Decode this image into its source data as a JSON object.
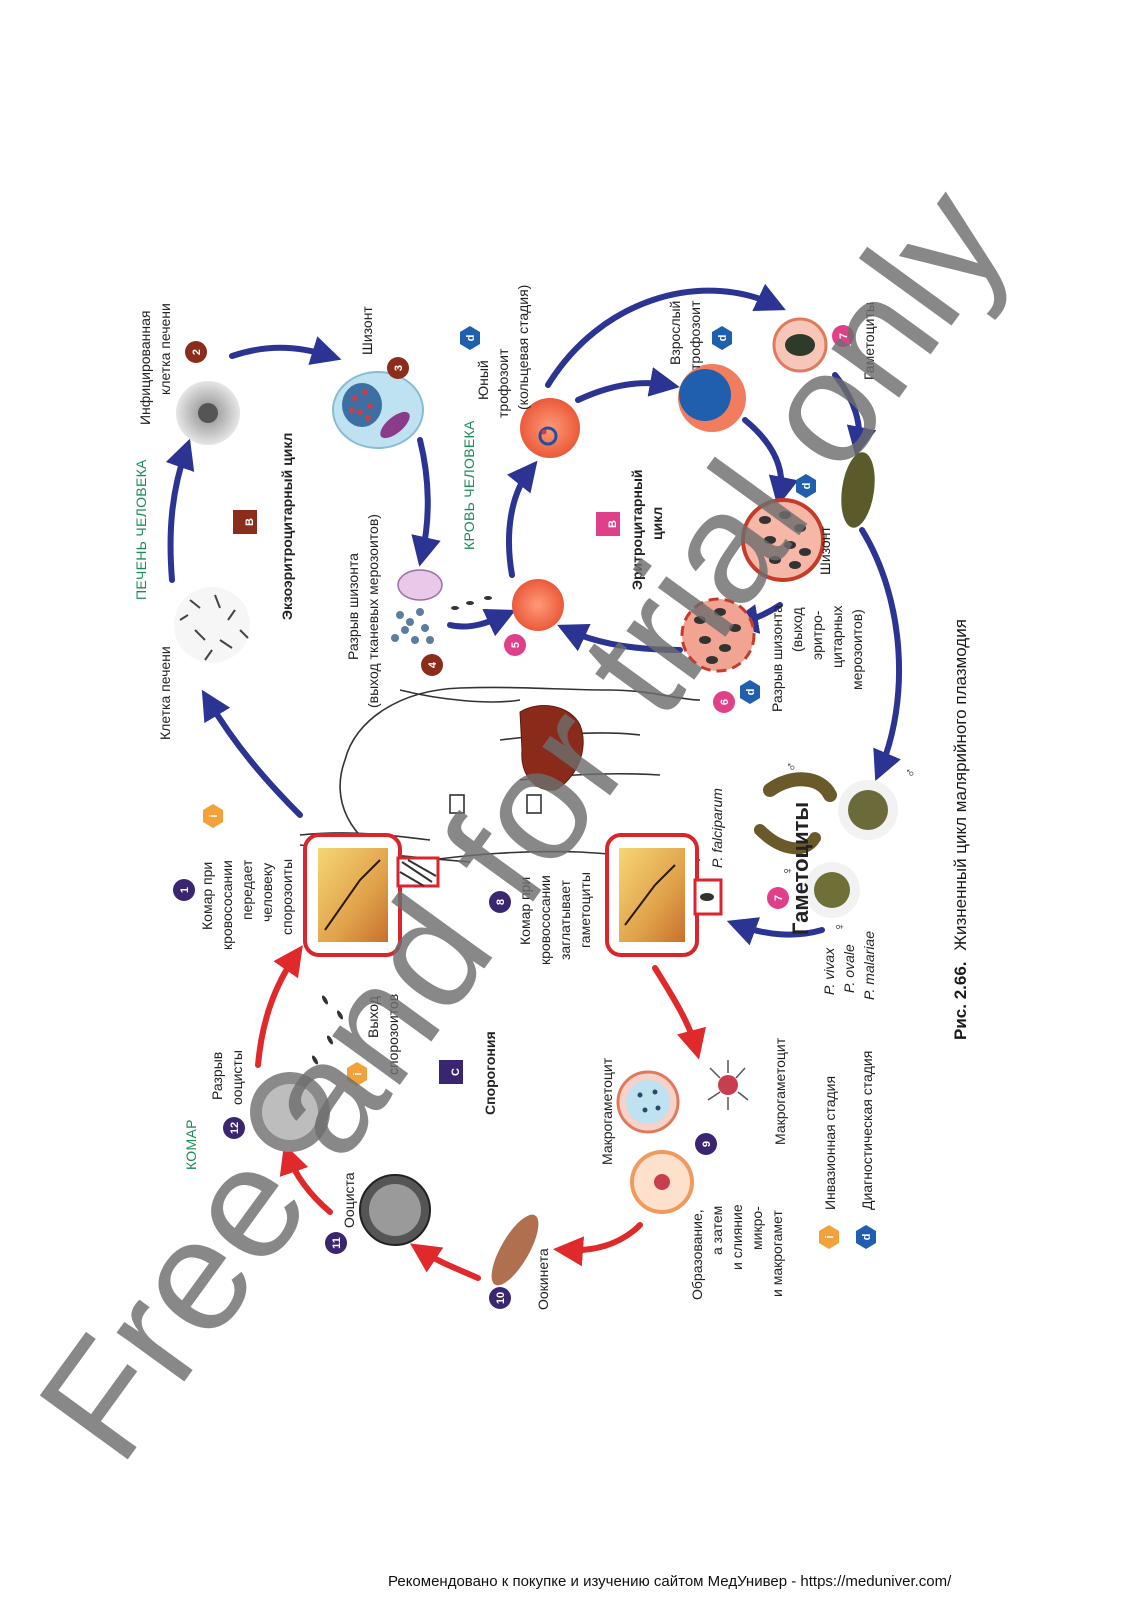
{
  "colors": {
    "blue_arrow": "#2b3393",
    "red_arrow": "#e0292b",
    "region_green": "#1e8a5a",
    "badge_dark_purple": "#3a2570",
    "badge_brown": "#8c2d1b",
    "badge_pink": "#e0408a",
    "badge_blue_hex": "#1f5fae",
    "badge_orange_hex": "#f2a23a",
    "erythrocyte": "#f27d5e",
    "watermark": "#6e6e6e"
  },
  "regions": {
    "liver": "ПЕЧЕНЬ ЧЕЛОВЕКА",
    "blood": "КРОВЬ ЧЕЛОВЕКА",
    "mosquito": "КОМАР"
  },
  "cycles": {
    "exo": {
      "letter": "B",
      "label": "Экзоэритроцитарный цикл"
    },
    "ery": {
      "letter": "B",
      "label_1": "Эритроцитарный",
      "label_2": "цикл"
    },
    "sporo": {
      "letter": "C",
      "label": "Спорогония"
    }
  },
  "stages": {
    "s1": {
      "num": "1",
      "lines": [
        "Комар при",
        "кровососании",
        "передает",
        "человеку",
        "спорозоиты"
      ]
    },
    "s2": {
      "num": "2",
      "lines": [
        "Инфицированная",
        "клетка печени"
      ]
    },
    "s3": {
      "num": "3",
      "lines": [
        "Шизонт"
      ]
    },
    "s4": {
      "num": "4",
      "lines": [
        "Разрыв шизонта",
        "(выход тканевых мерозоитов)"
      ]
    },
    "s5": {
      "num": "5"
    },
    "s6": {
      "num": "6",
      "lines": [
        "Разрыв шизонта",
        "(выход",
        "эритро-",
        "цитарных",
        "мерозоитов)"
      ]
    },
    "s7": {
      "num": "7",
      "lines": [
        "Гаметоциты"
      ]
    },
    "s8": {
      "num": "8",
      "lines": [
        "Комар при",
        "кровососании",
        "заглатывает",
        "гаметоциты"
      ]
    },
    "s9": {
      "num": "9"
    },
    "s10": {
      "num": "10",
      "lines": [
        "Оокинета"
      ]
    },
    "s11": {
      "num": "11",
      "lines": [
        "Ооциста"
      ]
    },
    "s12": {
      "num": "12",
      "lines": [
        "Разрыв",
        "ооцисты"
      ]
    }
  },
  "labels": {
    "liver_cell": "Клетка печени",
    "young_troph": [
      "Юный",
      "трофозоит",
      "(кольцевая стадия)"
    ],
    "mature_troph": [
      "Взрослый",
      "трофозоит"
    ],
    "schizont_blood": "Шизонт",
    "gametocytes_big": "Гаметоциты",
    "falciparum": "P. falciparum",
    "species": [
      "P. vivax",
      "P. ovale",
      "P. malariae"
    ],
    "sporozoite_exit": [
      "Выход",
      "спорозоитов"
    ],
    "macro_1": "Макрогаметоцит",
    "macro_2": "Макрогаметоцит",
    "fusion": [
      "Образование,",
      "а затем",
      "и слияние",
      "микро-",
      "и макрогамет"
    ]
  },
  "legend": {
    "invasive": {
      "letter": "i",
      "label": "Инвазионная стадия"
    },
    "diagnostic": {
      "letter": "d",
      "label": "Диагностическая стадия"
    }
  },
  "badges": {
    "i": "i",
    "d": "d",
    "male": "♂",
    "female": "♀"
  },
  "caption": {
    "fig": "Рис. 2.66.",
    "text": "Жизненный цикл малярийного плазмодия"
  },
  "watermark": "Free and for trial only",
  "footer": "Рекомендовано к покупке и изучению сайтом МедУнивер - https://meduniver.com/"
}
